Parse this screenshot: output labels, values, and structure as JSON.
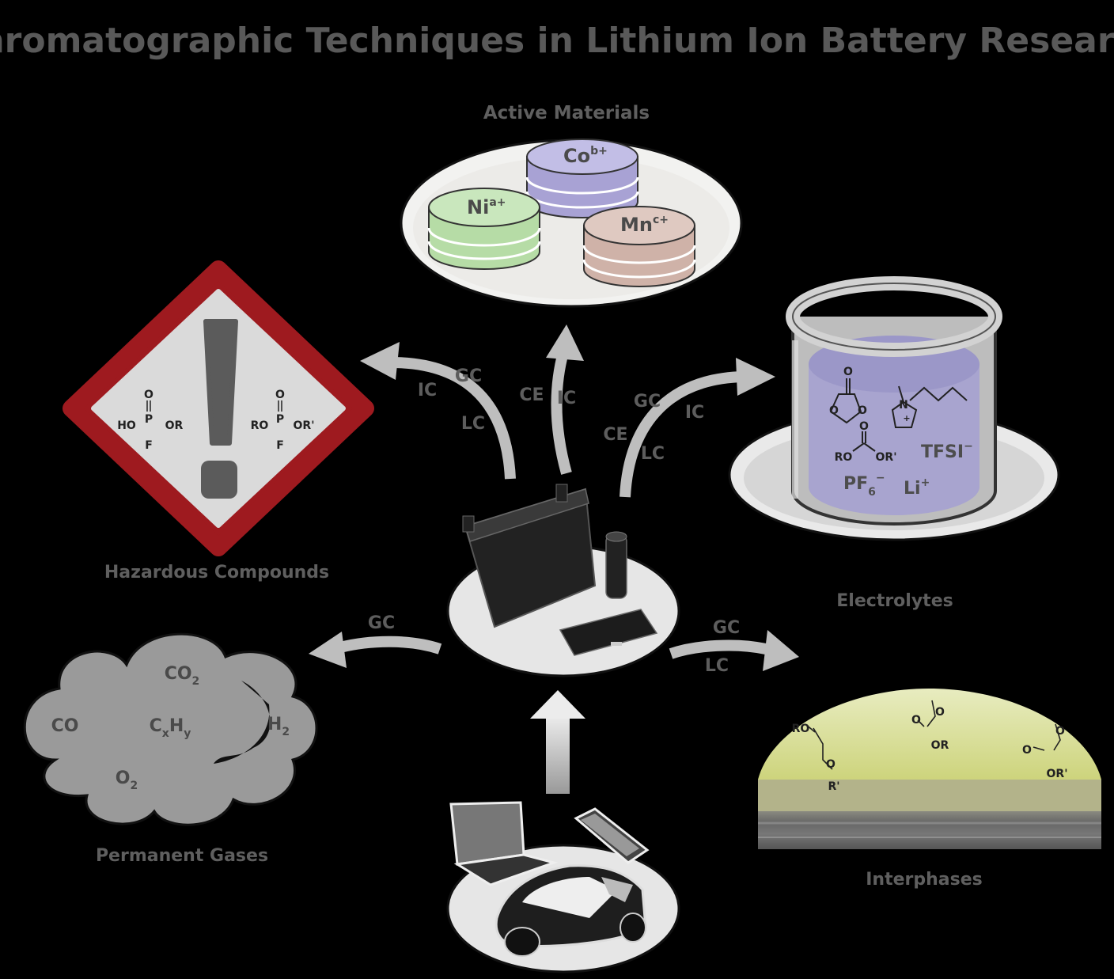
{
  "title": "Chromatographic Techniques in Lithium Ion Battery Research",
  "sections": {
    "active_materials": {
      "label": "Active Materials",
      "cobalt": {
        "base": "Co",
        "sup": "b+"
      },
      "nickel": {
        "base": "Ni",
        "sup": "a+"
      },
      "manganese": {
        "base": "Mn",
        "sup": "c+"
      }
    },
    "hazardous": {
      "label": "Hazardous Compounds",
      "chem1": {
        "top": "O",
        "p": "P",
        "left": "HO",
        "right": "OR",
        "bottom": "F"
      },
      "chem2": {
        "top": "O",
        "p": "P",
        "left": "RO",
        "right": "OR'",
        "bottom": "F"
      }
    },
    "electrolytes": {
      "label": "Electrolytes",
      "tfsi": {
        "base": "TFSI",
        "sup": "−"
      },
      "pf6": {
        "base": "PF",
        "sub": "6",
        "sup": "−"
      },
      "li": {
        "base": "Li",
        "sup": "+"
      },
      "carbonate": {
        "left": "RO",
        "right": "OR'",
        "top": "O"
      },
      "cation": {
        "n": "N",
        "plus": "+"
      },
      "ring_o": "O"
    },
    "gases": {
      "label": "Permanent Gases",
      "co2": {
        "base": "CO",
        "sub": "2"
      },
      "co": "CO",
      "cxhy": {
        "c": "C",
        "x": "x",
        "h": "H",
        "y": "y"
      },
      "h2": {
        "base": "H",
        "sub": "2"
      },
      "o2": {
        "base": "O",
        "sub": "2"
      }
    },
    "interphases": {
      "label": "Interphases",
      "ro": "RO",
      "r_prime": "R'",
      "or": "OR",
      "or_prime": "OR'",
      "o": "O"
    }
  },
  "arrows": {
    "hazardous": [
      "IC",
      "GC",
      "LC"
    ],
    "active": [
      "CE",
      "IC"
    ],
    "electrolytes": [
      "GC",
      "IC",
      "CE",
      "LC"
    ],
    "gases": [
      "GC"
    ],
    "interphases": [
      "GC",
      "LC"
    ]
  },
  "colors": {
    "background": "#000000",
    "warning_red": "#a3161b",
    "nickel_green": "#bfe0b0",
    "cobalt_purple": "#b5b0dc",
    "manganese_brown": "#d6bcb2",
    "electrolyte_purple": "#9a96c8"
  }
}
